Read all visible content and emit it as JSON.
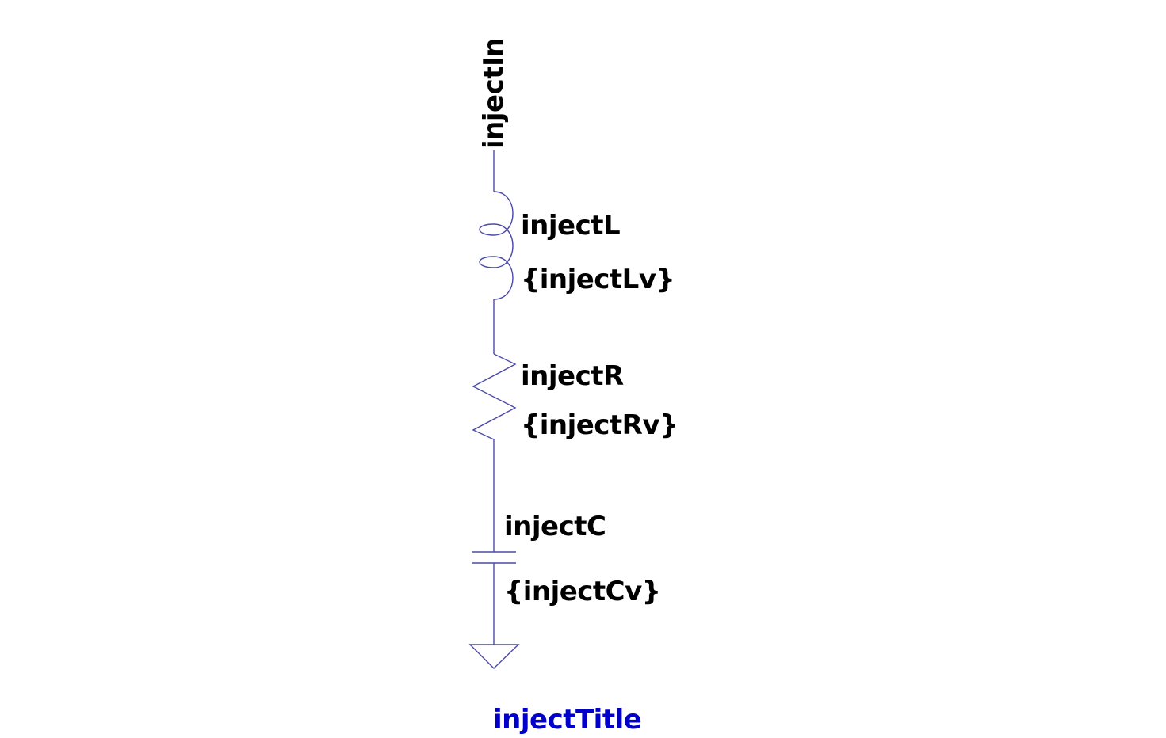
{
  "net_label": "injectIn",
  "components": [
    {
      "type": "inductor",
      "name": "injectL",
      "value": "{injectLv}"
    },
    {
      "type": "resistor",
      "name": "injectR",
      "value": "{injectRv}"
    },
    {
      "type": "capacitor",
      "name": "injectC",
      "value": "{injectCv}"
    },
    {
      "type": "ground"
    }
  ],
  "title": "injectTitle",
  "colors": {
    "wire": "#4a4aa8",
    "title": "#0000c8",
    "text": "#000000"
  }
}
